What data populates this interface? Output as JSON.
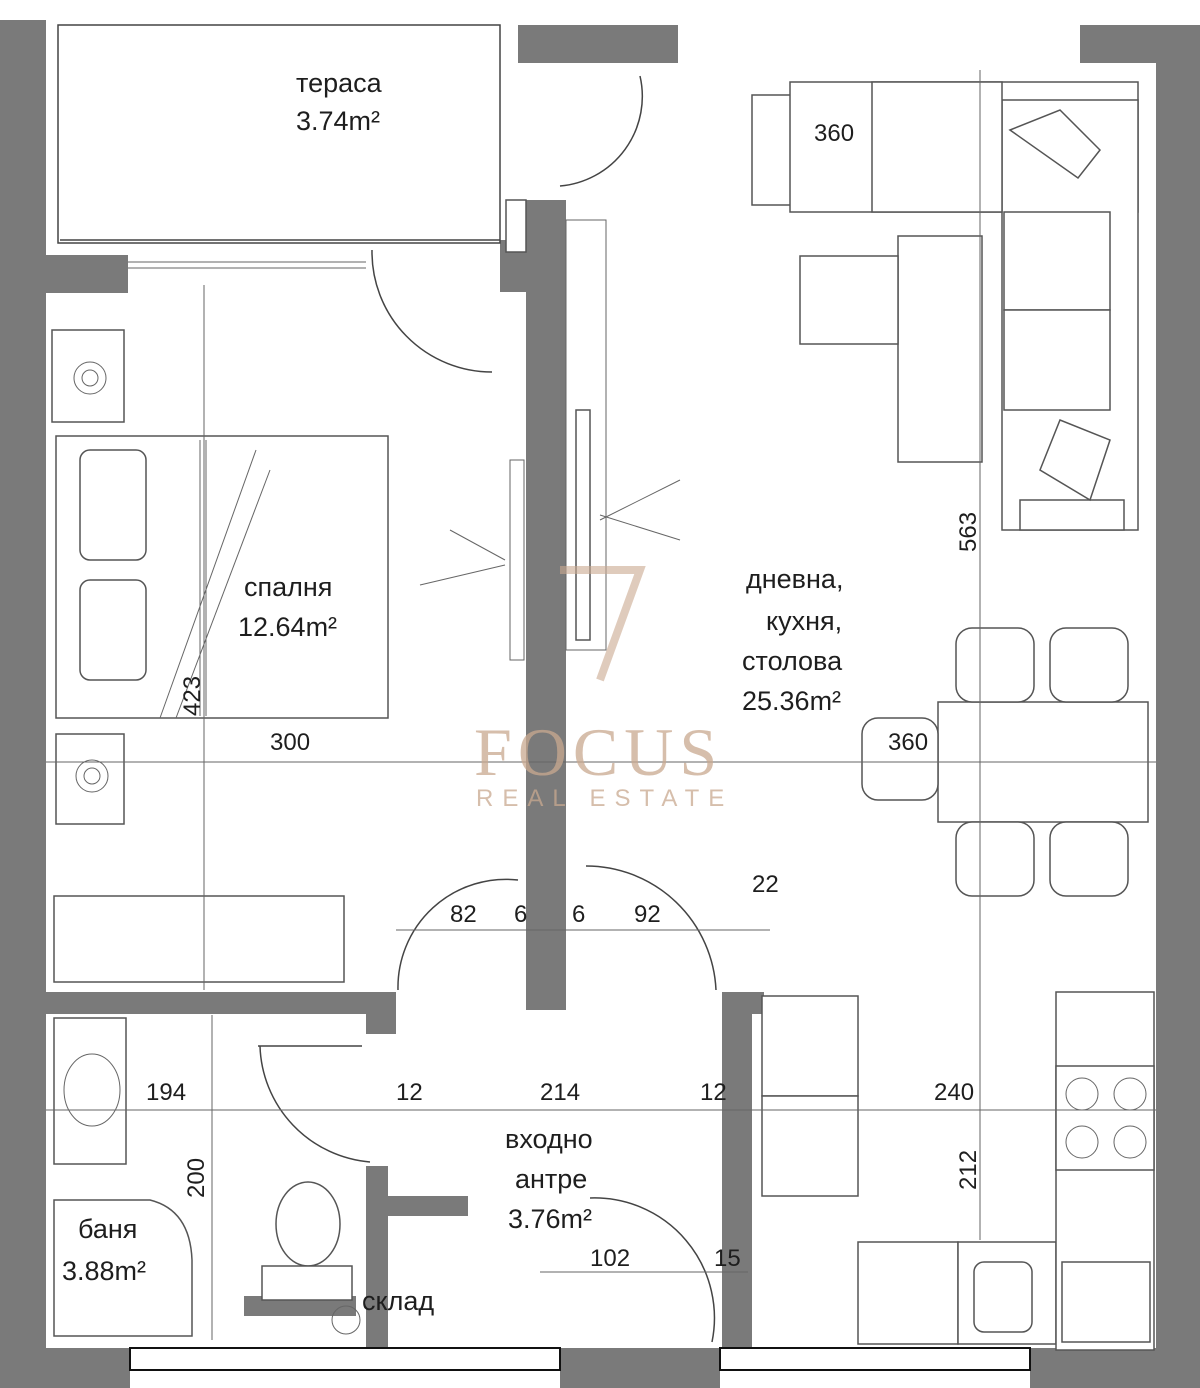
{
  "rooms": {
    "terrace": {
      "name": "тераса",
      "area": "3.74m²"
    },
    "bedroom": {
      "name": "спалня",
      "area": "12.64m²"
    },
    "living": {
      "line1": "дневна,",
      "line2": "кухня,",
      "line3": "столова",
      "area": "25.36m²"
    },
    "entrance": {
      "line1": "входно",
      "line2": "антре",
      "area": "3.76m²"
    },
    "bathroom": {
      "name": "баня",
      "area": "3.88m²"
    },
    "storage": {
      "name": "склад"
    }
  },
  "dimensions": {
    "sofa_width": "360",
    "living_height": "563",
    "table_width": "360",
    "bedroom_width": "300",
    "bedroom_height": "423",
    "door_left": "82",
    "wall_left": "6",
    "wall_right": "6",
    "door_right": "92",
    "wall_corner": "22",
    "bath_width": "194",
    "hall_wall_left": "12",
    "hall_width": "214",
    "hall_wall_right": "12",
    "kitchen_width": "240",
    "bath_height": "200",
    "kitchen_height": "212",
    "entry_door": "102",
    "entry_wall": "15"
  },
  "watermark": {
    "brand": "FOCUS",
    "tagline": "REAL ESTATE"
  },
  "colors": {
    "wall": "#7a7a7a",
    "floor": "#ffffff",
    "watermark": "#c9a990"
  }
}
